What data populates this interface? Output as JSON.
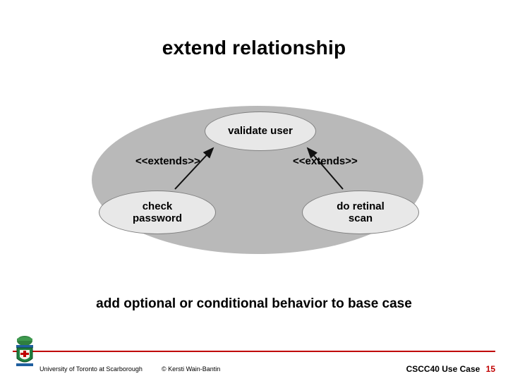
{
  "slide": {
    "title": "extend relationship",
    "caption": "add optional or conditional behavior to base case"
  },
  "diagram": {
    "usecases": [
      {
        "id": "validate-user",
        "label": "validate user"
      },
      {
        "id": "check-password",
        "label": "check\npassword"
      },
      {
        "id": "do-retinal-scan",
        "label": "do retinal\nscan"
      }
    ],
    "stereotypes": [
      {
        "id": "extends-left",
        "label": "<<extends>>"
      },
      {
        "id": "extends-right",
        "label": "<<extends>>"
      }
    ]
  },
  "footer": {
    "institution": "University of Toronto at Scarborough",
    "copyright": "© Kersti Wain-Bantin",
    "course": "CSCC40  Use Case",
    "page": "15"
  },
  "colors": {
    "accent_red": "#c00000",
    "boundary_gray": "#b9b9b9",
    "usecase_fill": "#e8e8e8"
  }
}
